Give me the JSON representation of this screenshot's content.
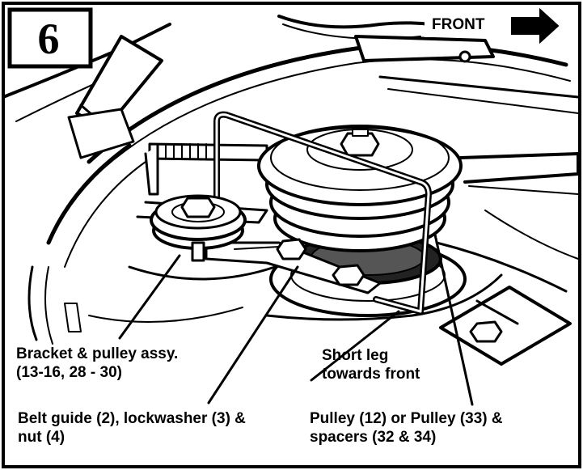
{
  "step_number": "6",
  "direction_label": "FRONT",
  "callouts": {
    "bracket_pulley": {
      "line1": "Bracket & pulley assy.",
      "line2": "(13-16, 28 - 30)"
    },
    "short_leg": {
      "line1": "Short leg",
      "line2": "towards front"
    },
    "belt_guide": {
      "line1": "Belt guide (2), lockwasher (3) &",
      "line2": "nut (4)"
    },
    "pulley": {
      "line1": "Pulley (12) or Pulley (33) &",
      "line2": "spacers (32 & 34)"
    }
  },
  "icons": {
    "direction_arrow": "arrow-right-icon"
  }
}
